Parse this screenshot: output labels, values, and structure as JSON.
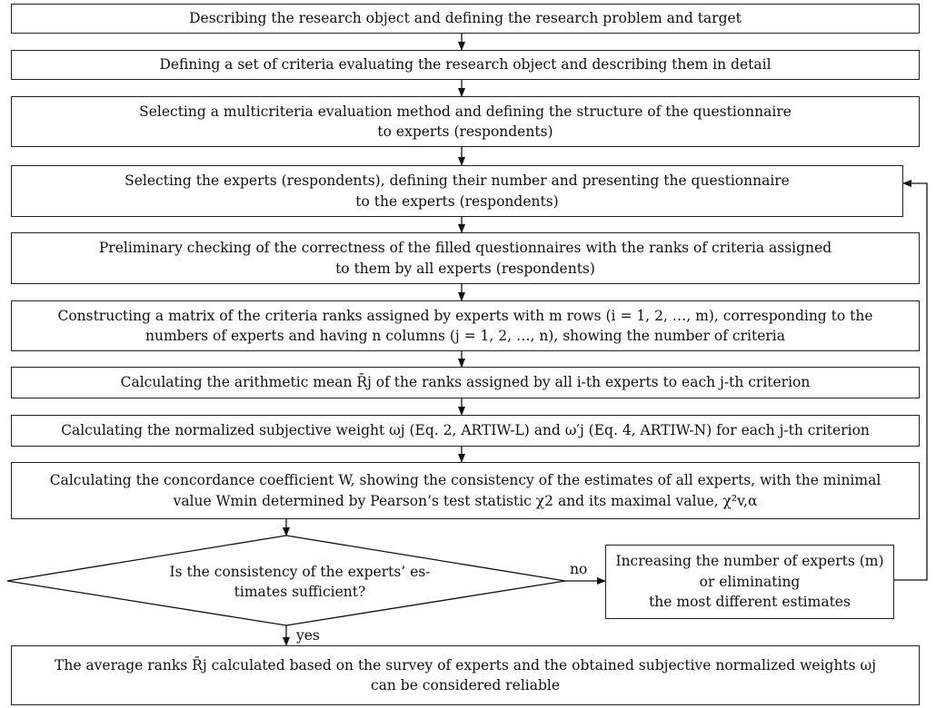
{
  "steps": [
    {
      "line1": "Describing the research object and defining the research problem and target"
    },
    {
      "line1": "Defining a set of criteria evaluating the research object and describing them in detail"
    },
    {
      "line1": "Selecting a multicriteria evaluation method and defining the structure of the questionnaire",
      "line2": "to experts (respondents)"
    },
    {
      "line1": "Selecting the experts (respondents), defining their number and presenting the questionnaire",
      "line2": "to the experts (respondents)"
    },
    {
      "line1": "Preliminary checking of the correctness of the filled questionnaires with the ranks of criteria assigned",
      "line2": "to them by all experts (respondents)"
    },
    {
      "line1": "Constructing a matrix of the criteria ranks assigned by experts with m rows (i = 1, 2, …, m), corresponding to the",
      "line2": "numbers of experts and having n columns (j = 1, 2, …, n), showing the number of criteria"
    },
    {
      "line1": "Calculating the arithmetic mean R̄j of the ranks assigned by all i-th experts to each j-th criterion"
    },
    {
      "line1": "Calculating the normalized subjective weight ωj (Eq. 2, ARTIW-L) and ω′j (Eq. 4, ARTIW-N) for each j-th criterion"
    },
    {
      "line1": "Calculating the concordance coefficient W, showing the consistency of the estimates of all experts, with the minimal",
      "line2": "value Wmin determined by Pearson’s test statistic χ2 and its maximal value, χ²v,α"
    }
  ],
  "decision": {
    "line1": "Is the consistency of the experts’ es-",
    "line2": "timates sufficient?"
  },
  "no_label": "no",
  "yes_label": "yes",
  "loop_box": {
    "line1": "Increasing the number of experts (m)",
    "line2": "or eliminating",
    "line3": "the most different estimates"
  },
  "final_box": {
    "line1": "The average ranks R̄j calculated based on the survey of experts and the obtained subjective normalized weights ωj",
    "line2": "can be considered reliable"
  }
}
